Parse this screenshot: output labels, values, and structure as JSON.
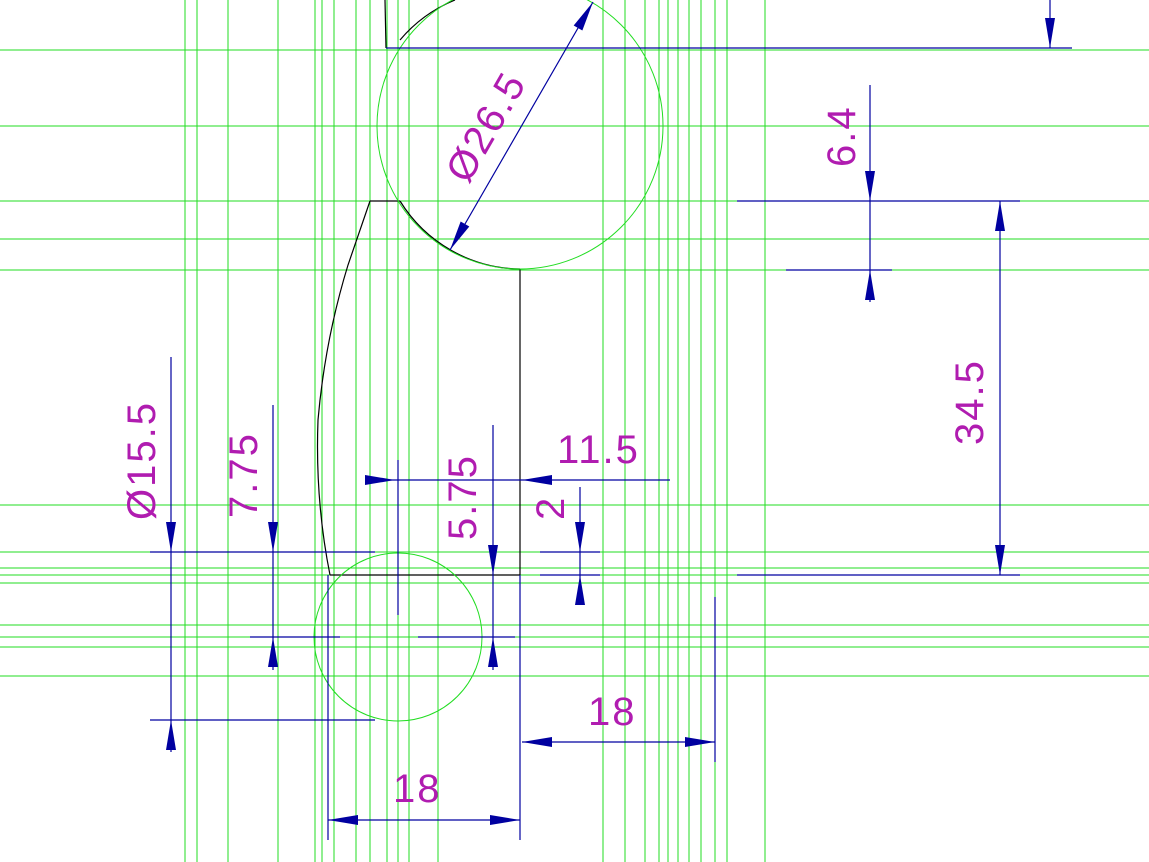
{
  "drawing": {
    "dimensions": {
      "big_diameter": "Ø26.5",
      "top_offset": "6.4",
      "height": "34.5",
      "small_diameter": "Ø15.5",
      "small_radius": "7.75",
      "small_offset": "5.75",
      "step": "2",
      "center_to_edge": "11.5",
      "bottom_width_left": "18",
      "bottom_width_right": "18"
    },
    "colors": {
      "construction": "#22dd22",
      "dimension": "#0000a0",
      "outline": "#000000",
      "text": "#b01cb0"
    }
  }
}
